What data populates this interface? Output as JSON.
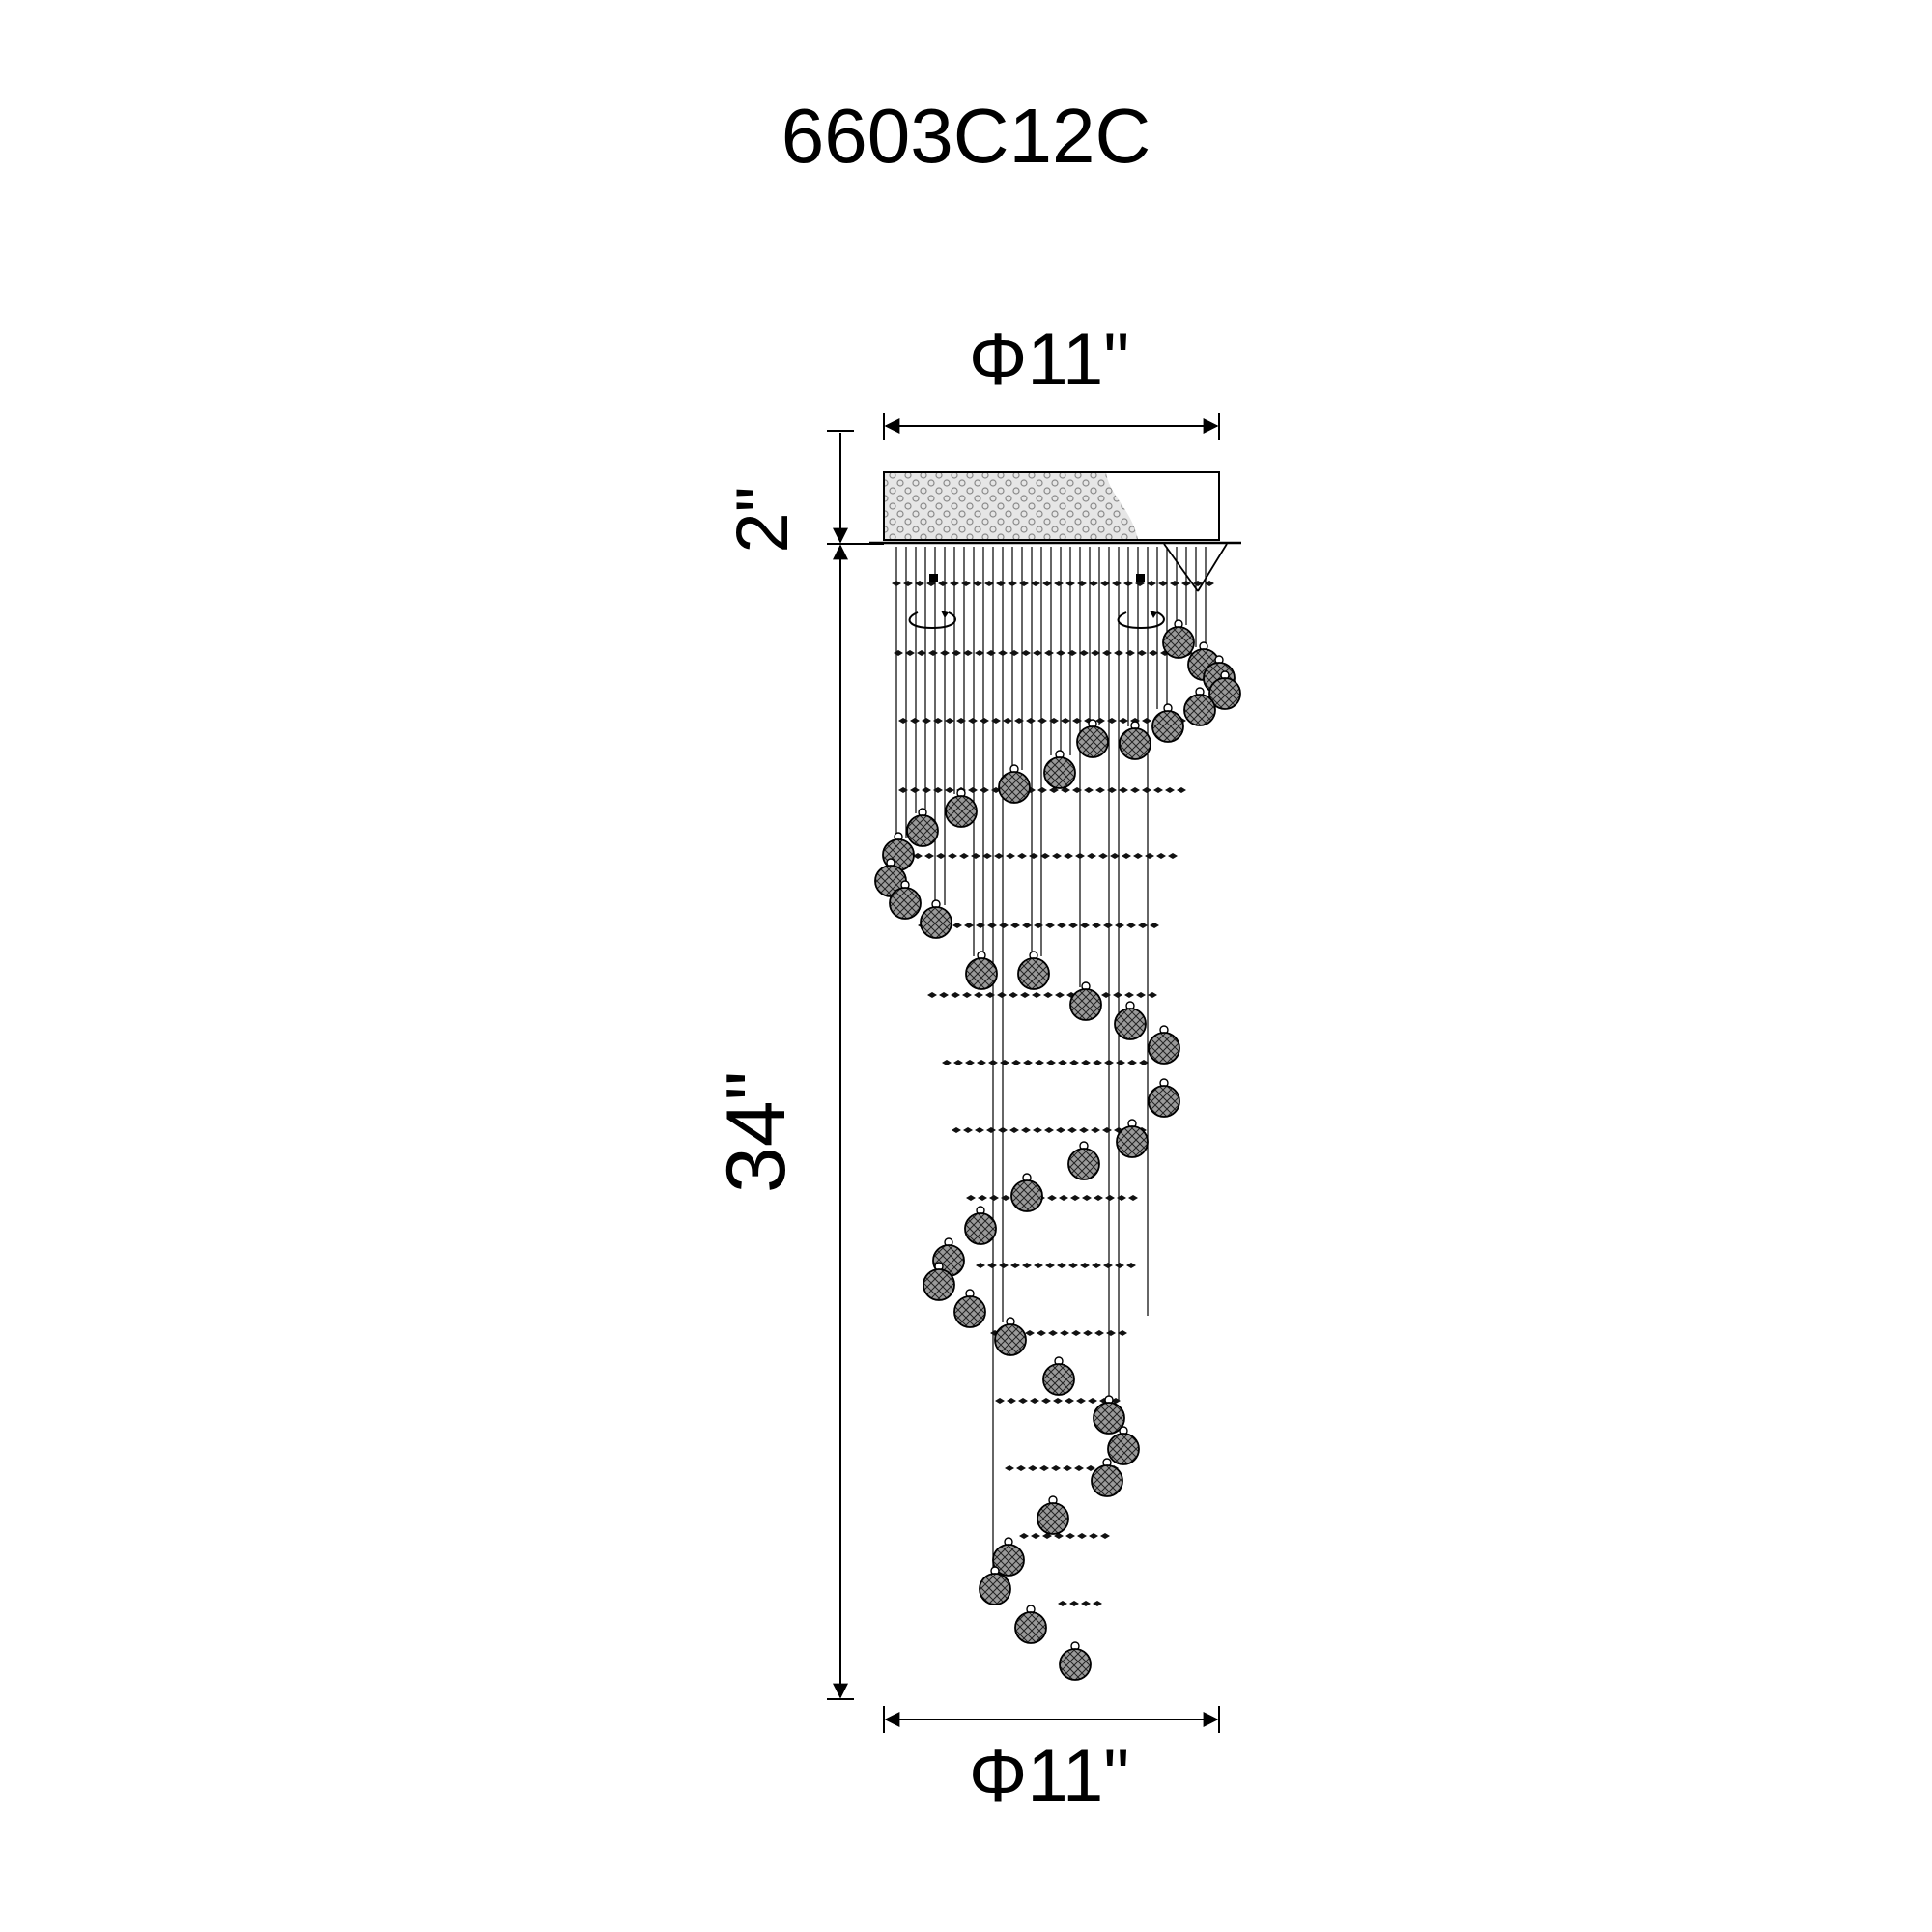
{
  "model_number": "6603C12C",
  "dimensions": {
    "top_diameter": "Φ11\"",
    "canopy_height": "2\"",
    "body_height": "34\"",
    "bottom_diameter": "Φ11\""
  },
  "colors": {
    "line": "#000000",
    "background": "#ffffff",
    "canopy_fill": "#d9d9d9"
  }
}
